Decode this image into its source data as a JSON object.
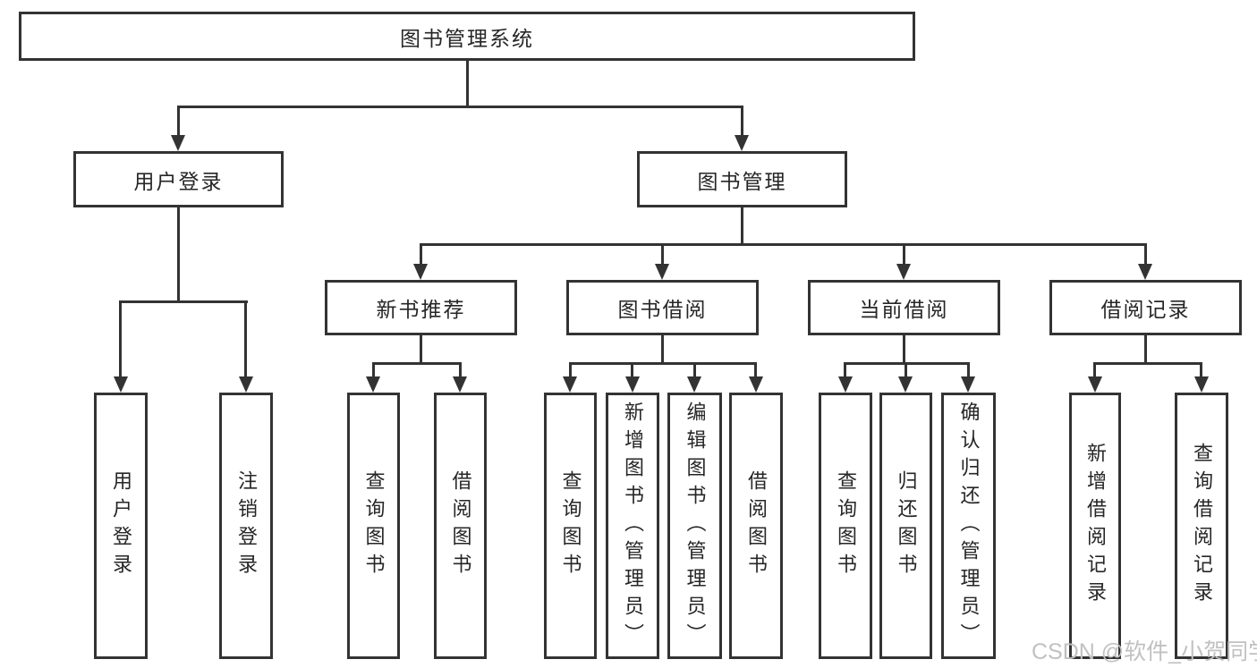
{
  "colors": {
    "line": "#333333",
    "text": "#262626",
    "background": "#ffffff",
    "watermark": "#c2c0c0"
  },
  "watermark": {
    "text": "CSDN @软件_小贺同学"
  },
  "tree": {
    "root": {
      "label": "图书管理系统"
    },
    "branches": [
      {
        "label": "用户登录",
        "children": [
          {
            "label": "用户登录"
          },
          {
            "label": "注销登录"
          }
        ]
      },
      {
        "label": "图书管理",
        "children": [
          {
            "label": "新书推荐",
            "children": [
              {
                "label": "查询图书"
              },
              {
                "label": "借阅图书"
              }
            ]
          },
          {
            "label": "图书借阅",
            "children": [
              {
                "label": "查询图书"
              },
              {
                "label": "新增图书（管理员）"
              },
              {
                "label": "编辑图书（管理员）"
              },
              {
                "label": "借阅图书"
              }
            ]
          },
          {
            "label": "当前借阅",
            "children": [
              {
                "label": "查询图书"
              },
              {
                "label": "归还图书"
              },
              {
                "label": "确认归还（管理员）"
              }
            ]
          },
          {
            "label": "借阅记录",
            "children": [
              {
                "label": "新增借阅记录"
              },
              {
                "label": "查询借阅记录"
              }
            ]
          }
        ]
      }
    ]
  }
}
